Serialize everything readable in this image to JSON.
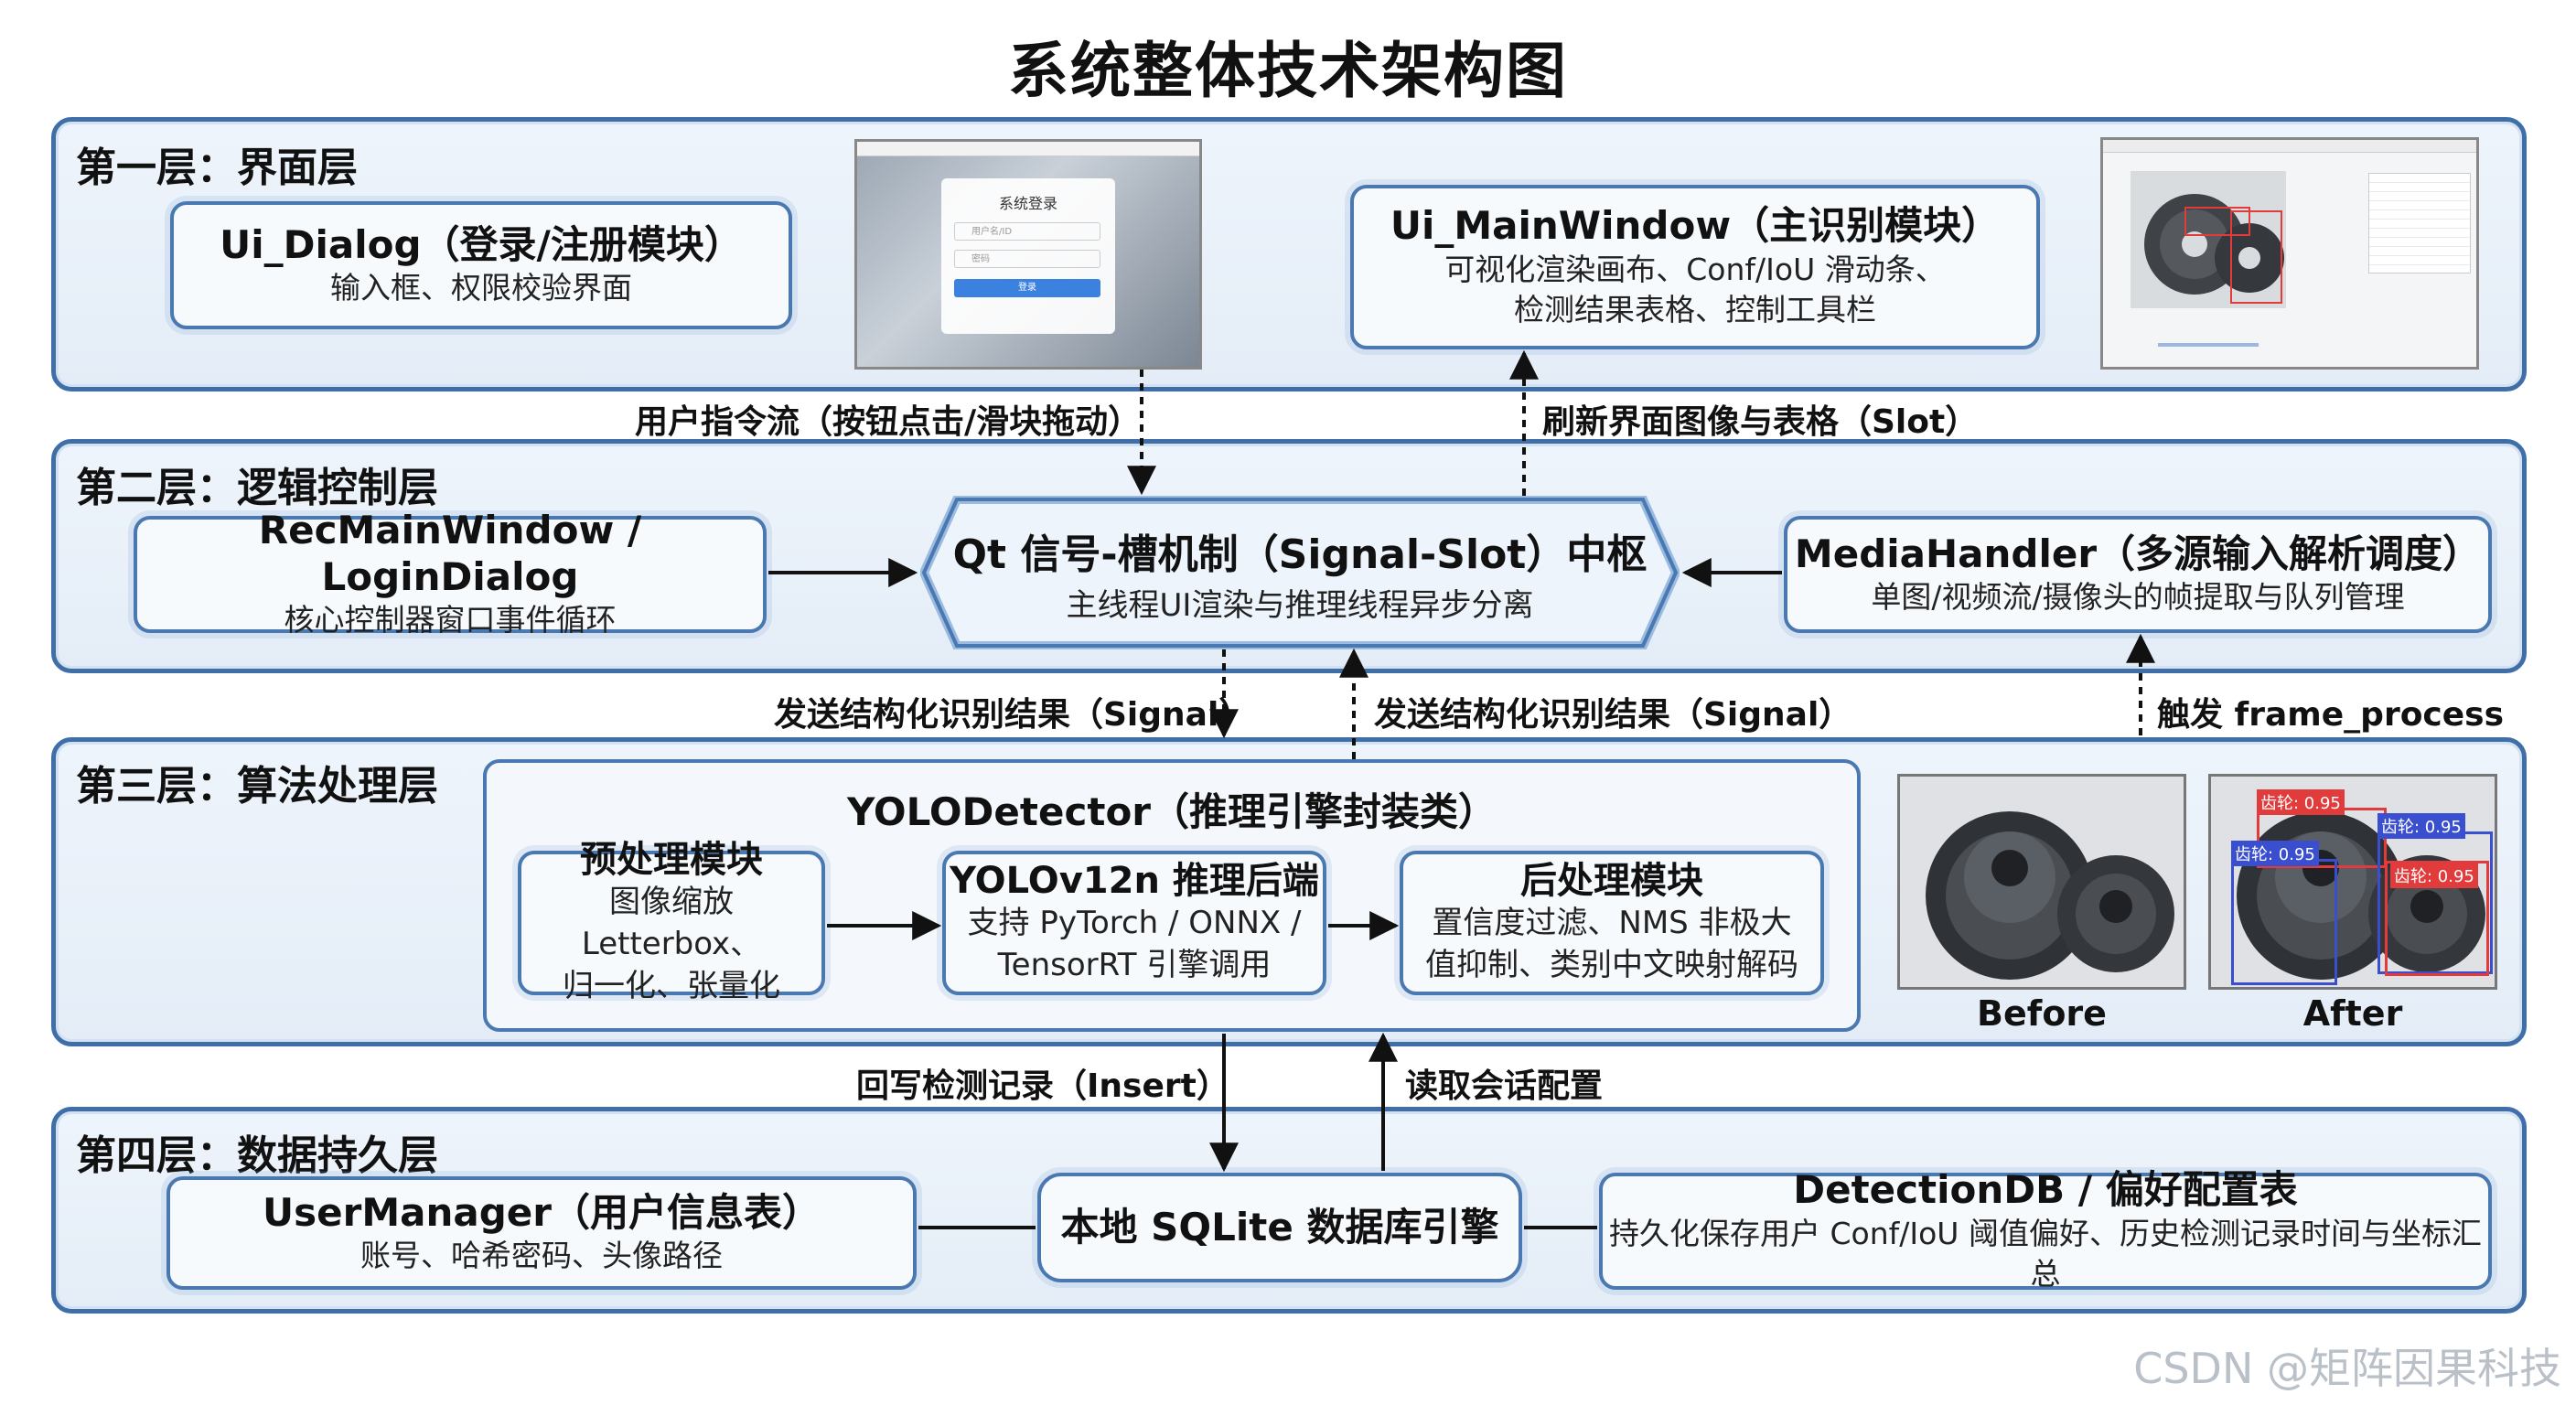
{
  "title": "系统整体技术架构图",
  "layers": {
    "l1": {
      "label": "第一层：界面层",
      "dialog": {
        "title": "Ui_Dialog（登录/注册模块）",
        "desc": "输入框、权限校验界面"
      },
      "main": {
        "title": "Ui_MainWindow（主识别模块）",
        "desc1": "可视化渲染画布、Conf/IoU 滑动条、",
        "desc2": "检测结果表格、控制工具栏"
      },
      "login_shot": {
        "title": "系统登录",
        "user_ph": "用户名/ID",
        "pwd_ph": "密码",
        "btn": "登录"
      }
    },
    "l2": {
      "label": "第二层：逻辑控制层",
      "rec": {
        "title": "RecMainWindow / LoginDialog",
        "desc": "核心控制器窗口事件循环"
      },
      "qt": {
        "title": "Qt 信号-槽机制（Signal-Slot）中枢",
        "desc": "主线程UI渲染与推理线程异步分离"
      },
      "media": {
        "title": "MediaHandler（多源输入解析调度）",
        "desc": "单图/视频流/摄像头的帧提取与队列管理"
      }
    },
    "l3": {
      "label": "第三层：算法处理层",
      "yolo_title": "YOLODetector（推理引擎封装类）",
      "pre": {
        "title": "预处理模块",
        "desc1": "图像缩放 Letterbox、",
        "desc2": "归一化、张量化"
      },
      "infer": {
        "title": "YOLOv12n 推理后端",
        "desc1": "支持 PyTorch / ONNX /",
        "desc2": "TensorRT 引擎调用"
      },
      "post": {
        "title": "后处理模块",
        "desc1": "置信度过滤、NMS 非极大",
        "desc2": "值抑制、类别中文映射解码"
      },
      "before": "Before",
      "after": "After",
      "det_labels": [
        "齿轮: 0.95",
        "齿轮: 0.95",
        "齿轮: 0.95",
        "齿轮: 0.95"
      ]
    },
    "l4": {
      "label": "第四层：数据持久层",
      "user": {
        "title": "UserManager（用户信息表）",
        "desc": "账号、哈希密码、头像路径"
      },
      "sqlite": {
        "title": "本地 SQLite 数据库引擎"
      },
      "db": {
        "title": "DetectionDB / 偏好配置表",
        "desc": "持久化保存用户 Conf/IoU 阈值偏好、历史检测记录时间与坐标汇总"
      }
    }
  },
  "flows": {
    "user_cmd": "用户指令流（按钮点击/滑块拖动）",
    "refresh": "刷新界面图像与表格（Slot）",
    "send1": "发送结构化识别结果（Signal）",
    "send2": "发送结构化识别结果（Signal）",
    "trigger": "触发 frame_process",
    "writeback": "回写检测记录（Insert）",
    "read_cfg": "读取会话配置"
  },
  "watermark": "CSDN @矩阵因果科技",
  "colors": {
    "border": "#3f6ea8",
    "det_red": "#e23b3b",
    "det_blue": "#3a4fd0"
  }
}
